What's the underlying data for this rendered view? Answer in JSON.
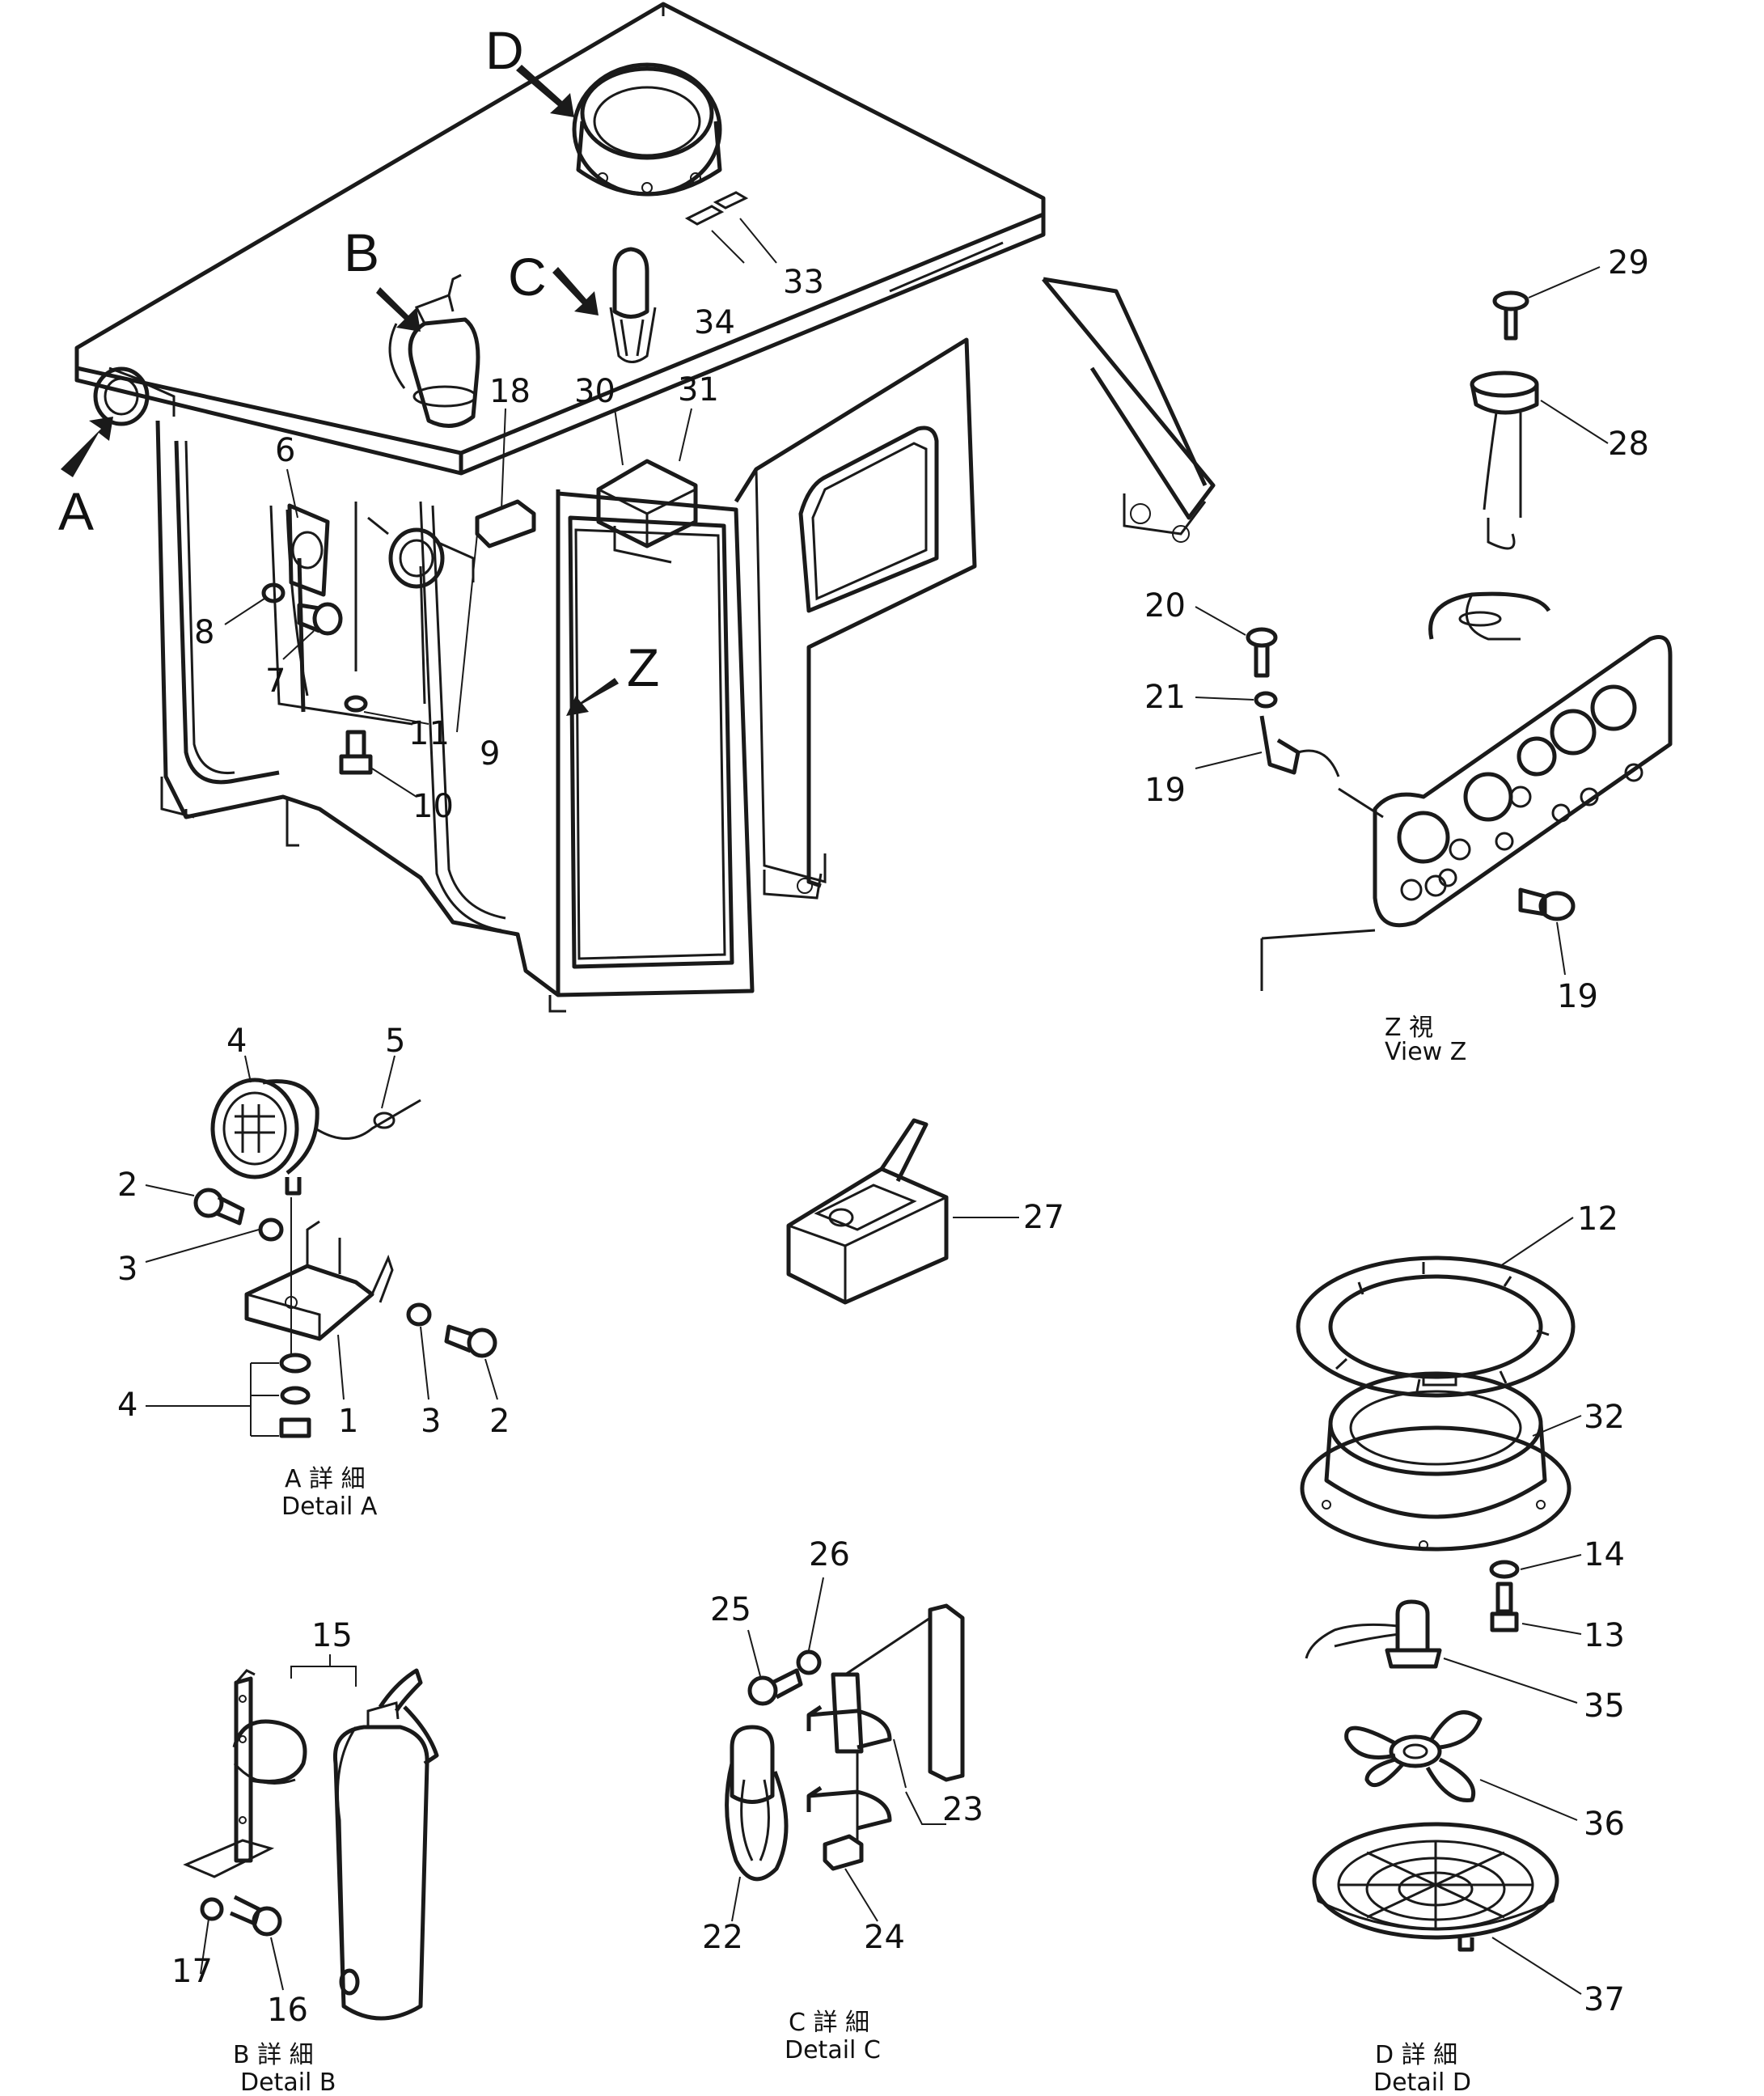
{
  "parts": {
    "p1": "1",
    "p2a": "2",
    "p2b": "2",
    "p3a": "3",
    "p3b": "3",
    "p4a": "4",
    "p4b": "4",
    "p5": "5",
    "p6": "6",
    "p7": "7",
    "p8": "8",
    "p9": "9",
    "p10": "10",
    "p11": "11",
    "p12": "12",
    "p13": "13",
    "p14": "14",
    "p15": "15",
    "p16": "16",
    "p17": "17",
    "p18": "18",
    "p19a": "19",
    "p19b": "19",
    "p20": "20",
    "p21": "21",
    "p22": "22",
    "p23": "23",
    "p24": "24",
    "p25": "25",
    "p26": "26",
    "p27": "27",
    "p28": "28",
    "p29": "29",
    "p30": "30",
    "p31": "31",
    "p32": "32",
    "p33": "33",
    "p34": "34",
    "p35": "35",
    "p36": "36",
    "p37": "37"
  },
  "views": {
    "A": "A",
    "B": "B",
    "C": "C",
    "D": "D",
    "Z": "Z"
  },
  "captions": {
    "detail_a_jp": "A 詳 細",
    "detail_a_en": "Detail A",
    "detail_b_jp": "B 詳 細",
    "detail_b_en": "Detail B",
    "detail_c_jp": "C 詳 細",
    "detail_c_en": "Detail C",
    "detail_d_jp": "D 詳 細",
    "detail_d_en": "Detail D",
    "view_z_jp": "Z 視",
    "view_z_en": "View Z"
  }
}
